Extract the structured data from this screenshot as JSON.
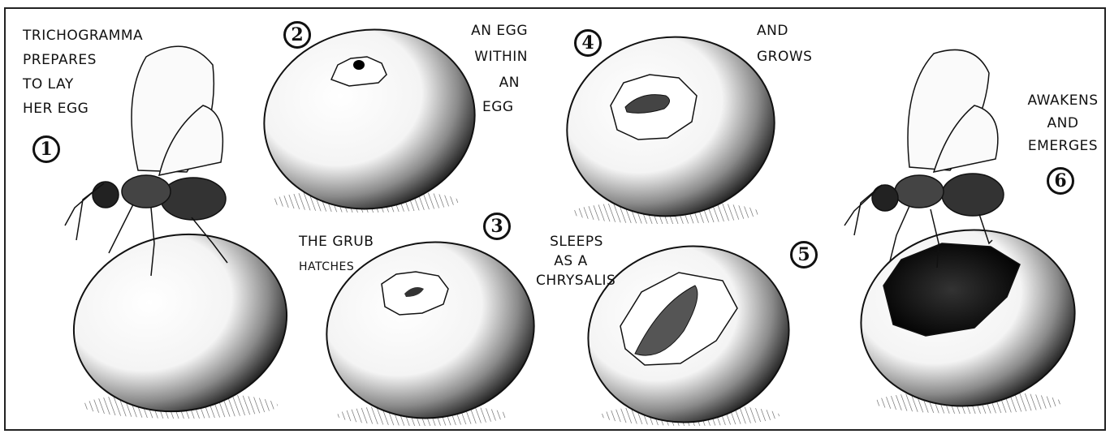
{
  "panels": [
    {
      "number": "1",
      "caption": [
        "TRICHOGRAMMA",
        "PREPARES",
        "TO LAY",
        "HER EGG"
      ]
    },
    {
      "number": "2",
      "caption": [
        "AN EGG",
        "WITHIN",
        "AN",
        "EGG"
      ]
    },
    {
      "number": "3",
      "caption": [
        "THE GRUB",
        "HATCHES"
      ]
    },
    {
      "number": "4",
      "caption": [
        "AND",
        "GROWS"
      ]
    },
    {
      "number": "5",
      "caption": [
        "SLEEPS",
        "AS A",
        "CHRYSALIS"
      ]
    },
    {
      "number": "6",
      "caption": [
        "AWAKENS",
        "AND",
        "EMERGES"
      ]
    }
  ],
  "colors": {
    "ink": "#111111",
    "paper": "#ffffff"
  }
}
